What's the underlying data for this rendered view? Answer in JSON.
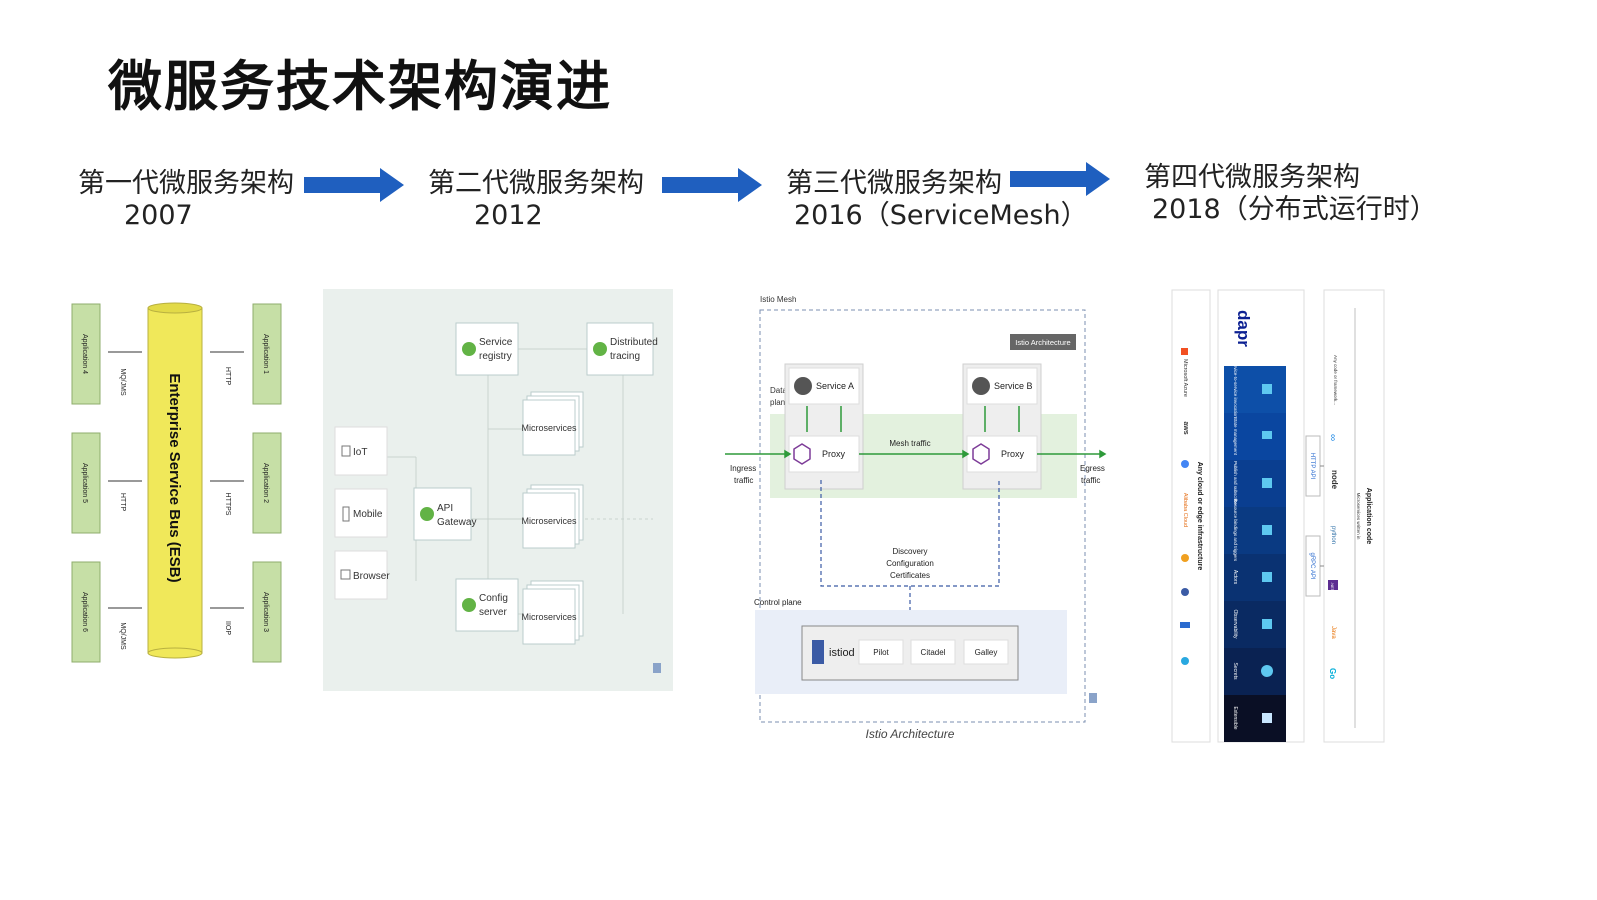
{
  "title": "微服务技术架构演进",
  "generations": [
    {
      "name": "第一代微服务架构",
      "year": "2007"
    },
    {
      "name": "第二代微服务架构",
      "year": "2012"
    },
    {
      "name": "第三代微服务架构",
      "year": "2016（ServiceMesh）"
    },
    {
      "name": "第四代微服务架构",
      "year": "2018（分布式运行时）"
    }
  ],
  "esb": {
    "bus_label": "Enterprise Service Bus (ESB)",
    "apps_left": [
      "Application 4",
      "Application 5",
      "Application 6"
    ],
    "apps_right": [
      "Application 1",
      "Application 2",
      "Application 3"
    ],
    "protocols_left": [
      "MQ/JMS",
      "HTTP",
      "MQ/JMS"
    ],
    "protocols_right": [
      "HTTP",
      "HTTPS",
      "IIOP"
    ]
  },
  "gen2": {
    "clients": [
      "IoT",
      "Mobile",
      "Browser"
    ],
    "gateway": [
      "API",
      "Gateway"
    ],
    "registry": [
      "Service",
      "registry"
    ],
    "tracing": [
      "Distributed",
      "tracing"
    ],
    "config": [
      "Config",
      "server"
    ],
    "microservices": "Microservices"
  },
  "istio": {
    "mesh_label": "Istio Mesh",
    "badge": "Istio Architecture",
    "data_plane": [
      "Data",
      "plane"
    ],
    "service_a": "Service A",
    "service_b": "Service B",
    "proxy": "Proxy",
    "mesh_traffic": "Mesh traffic",
    "ingress": [
      "Ingress",
      "traffic"
    ],
    "egress": [
      "Egress",
      "traffic"
    ],
    "discovery": [
      "Discovery",
      "Configuration",
      "Certificates"
    ],
    "control_plane": "Control plane",
    "istiod": "istiod",
    "components": [
      "Pilot",
      "Citadel",
      "Galley"
    ],
    "caption": "Istio Architecture"
  },
  "dapr": {
    "logo": "dapr",
    "left_title": "Any cloud or edge infrastructure",
    "left_items": [
      "Microsoft Azure",
      "aws",
      "Alibaba Cloud"
    ],
    "blocks": [
      "Service-to-service invocation",
      "State management",
      "Publish and subscribe",
      "Resource bindings and triggers",
      "Actors",
      "Observability",
      "Secrets",
      "Extensible"
    ],
    "apis": [
      "HTTP API",
      "gRPC API"
    ],
    "right_title": "Application code",
    "right_sub": "Microservices written in",
    "right_note": "Any code or framework...",
    "langs": [
      "node",
      "python",
      ".NET",
      "Java",
      "Go"
    ]
  },
  "colors": {
    "arrow": "#1f5fbf",
    "esb": "#f0e85a",
    "app": "#c6dfa6",
    "dapr": "#0d2192"
  }
}
